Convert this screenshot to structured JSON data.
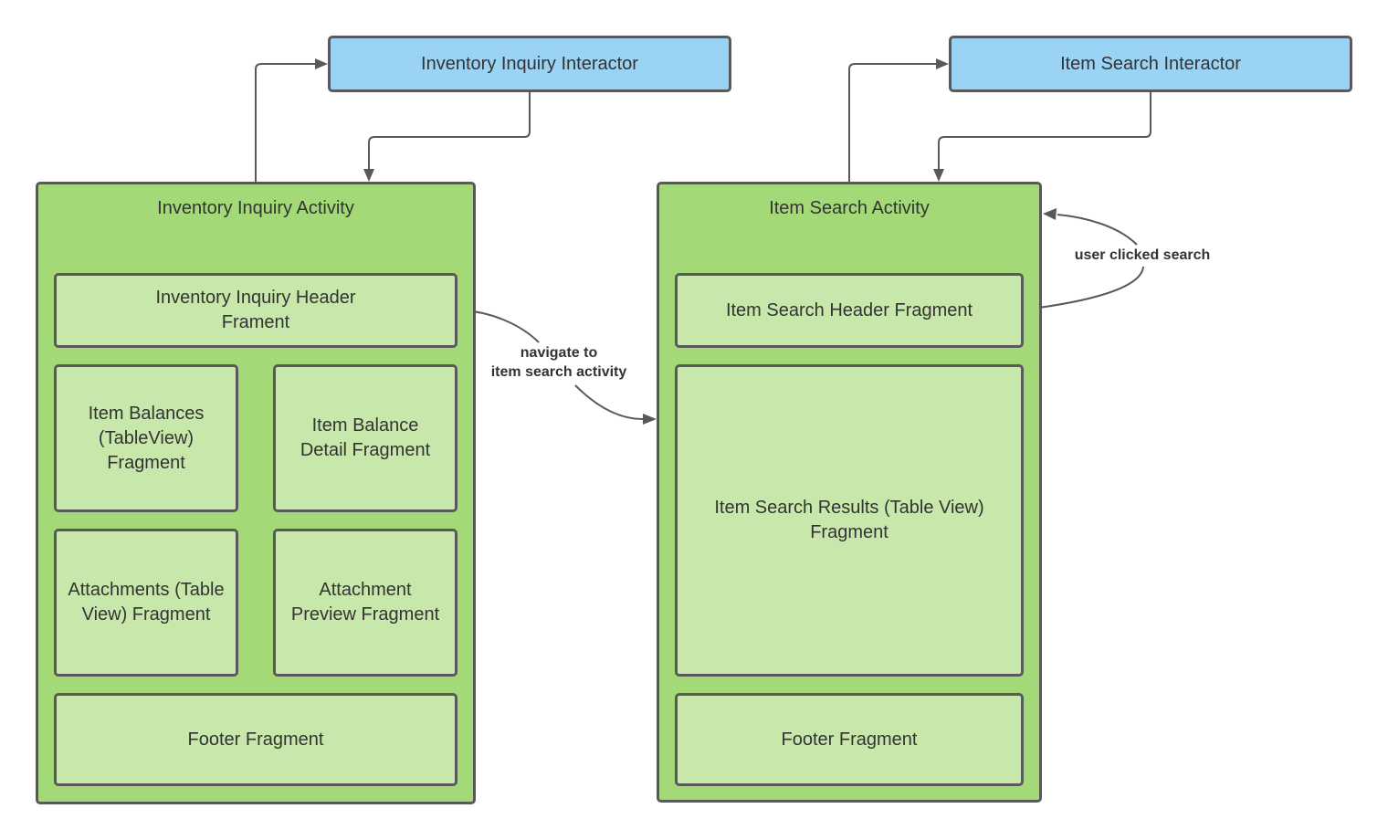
{
  "interactors": {
    "inventory": "Inventory Inquiry Interactor",
    "item_search": "Item Search Interactor"
  },
  "inventory_activity": {
    "title": "Inventory Inquiry Activity",
    "header_fragment": [
      "Inventory Inquiry Header",
      "Frament"
    ],
    "item_balances_fragment": [
      "Item Balances",
      "(TableView)",
      "Fragment"
    ],
    "item_balance_detail_fragment": [
      "Item Balance",
      "Detail Fragment"
    ],
    "attachments_fragment": [
      "Attachments (Table",
      "View) Fragment"
    ],
    "attachment_preview_fragment": [
      "Attachment",
      "Preview Fragment"
    ],
    "footer_fragment": "Footer Fragment"
  },
  "item_search_activity": {
    "title": "Item Search Activity",
    "header_fragment": "Item Search Header Fragment",
    "results_fragment": [
      "Item Search Results (Table View)",
      "Fragment"
    ],
    "footer_fragment": "Footer Fragment"
  },
  "edge_labels": {
    "navigate": [
      "navigate to",
      "item search activity"
    ],
    "user_clicked_search": "user clicked search"
  },
  "colors": {
    "interactor": "#9bd3f4",
    "activity": "#a3d977",
    "fragment": "#c7e8aa",
    "border": "#595959"
  }
}
